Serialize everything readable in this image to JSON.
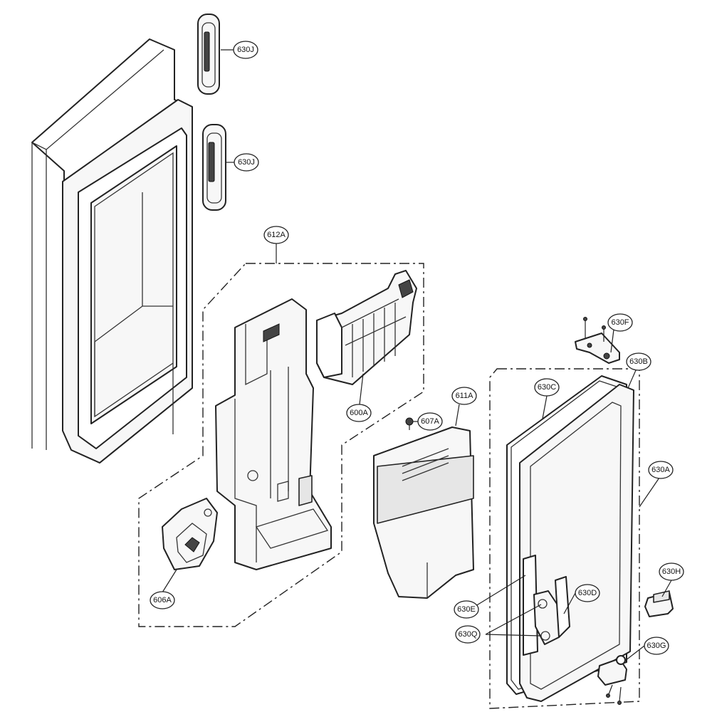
{
  "callouts": [
    {
      "id": "630J_a",
      "label": "630J"
    },
    {
      "id": "630J_b",
      "label": "630J"
    },
    {
      "id": "612A",
      "label": "612A"
    },
    {
      "id": "600A",
      "label": "600A"
    },
    {
      "id": "607A",
      "label": "607A"
    },
    {
      "id": "611A",
      "label": "611A"
    },
    {
      "id": "630F",
      "label": "630F"
    },
    {
      "id": "630B",
      "label": "630B"
    },
    {
      "id": "630C",
      "label": "630C"
    },
    {
      "id": "630A",
      "label": "630A"
    },
    {
      "id": "630H",
      "label": "630H"
    },
    {
      "id": "630D",
      "label": "630D"
    },
    {
      "id": "630E",
      "label": "630E"
    },
    {
      "id": "630Q",
      "label": "630Q"
    },
    {
      "id": "630G",
      "label": "630G"
    },
    {
      "id": "606A",
      "label": "606A"
    }
  ]
}
